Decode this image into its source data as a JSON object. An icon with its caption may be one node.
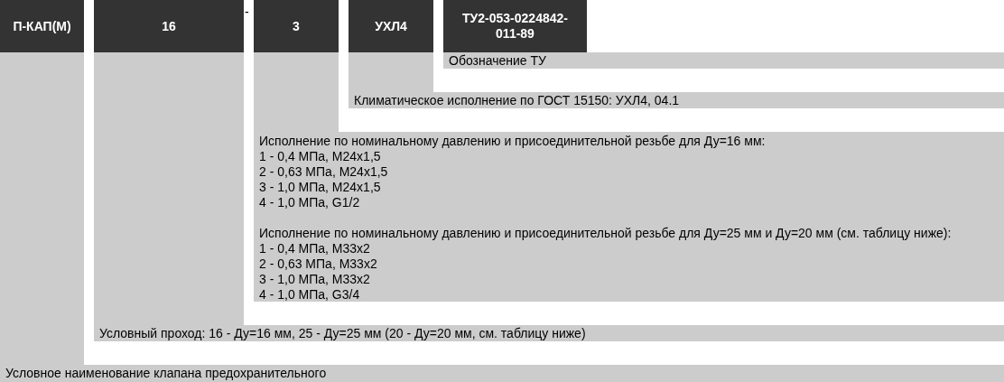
{
  "diagram": {
    "nodes": [
      {
        "text": [
          "П-КАП(М)"
        ]
      },
      {
        "text": [
          "16"
        ]
      },
      {
        "text": [
          "3"
        ]
      },
      {
        "text": [
          "УХЛ4"
        ]
      },
      {
        "text": [
          "ТУ2-053-0224842-011-89"
        ]
      },
      {
        "text": [
          "Обозначение ТУ"
        ]
      },
      {
        "text": [
          "Климатическое исполнение по ГОСТ 15150: УХЛ4, 04.1"
        ]
      },
      {
        "text": [
          "Исполнение по номинальному давлению и присоединительной резьбе для Ду=16 мм:",
          "1 - 0,4 МПа, М24х1,5",
          "2 - 0,63 МПа, М24х1,5",
          "3 - 1,0 МПа, М24х1,5",
          "4 - 1,0 МПа, G1/2",
          "Исполнение по номинальному давлению и присоединительной резьбе для Ду=25 мм и Ду=20 мм (см. таблицу ниже):",
          "1 - 0,4 МПа, М33х2",
          "2 - 0,63 МПа, М33х2",
          "3 - 1,0 МПа, М33х2",
          "4 - 1,0 МПа, G3/4"
        ]
      },
      {
        "text": [
          "Условный проход: 16 - Ду=16 мм, 25 - Ду=25 мм (20 - Ду=20 мм, см. таблицу ниже)"
        ]
      },
      {
        "text": [
          "Условное наименование клапана предохранительного"
        ]
      }
    ],
    "edges": [
      {
        "from": 0,
        "to": 9,
        "arrow": "none",
        "style": "thick"
      },
      {
        "from": 1,
        "to": 8,
        "arrow": "none",
        "style": "thick"
      },
      {
        "from": 2,
        "to": 7,
        "arrow": "none",
        "style": "thick"
      },
      {
        "from": 3,
        "to": 6,
        "arrow": "none",
        "style": "thick"
      }
    ],
    "labels": [
      "-"
    ]
  }
}
